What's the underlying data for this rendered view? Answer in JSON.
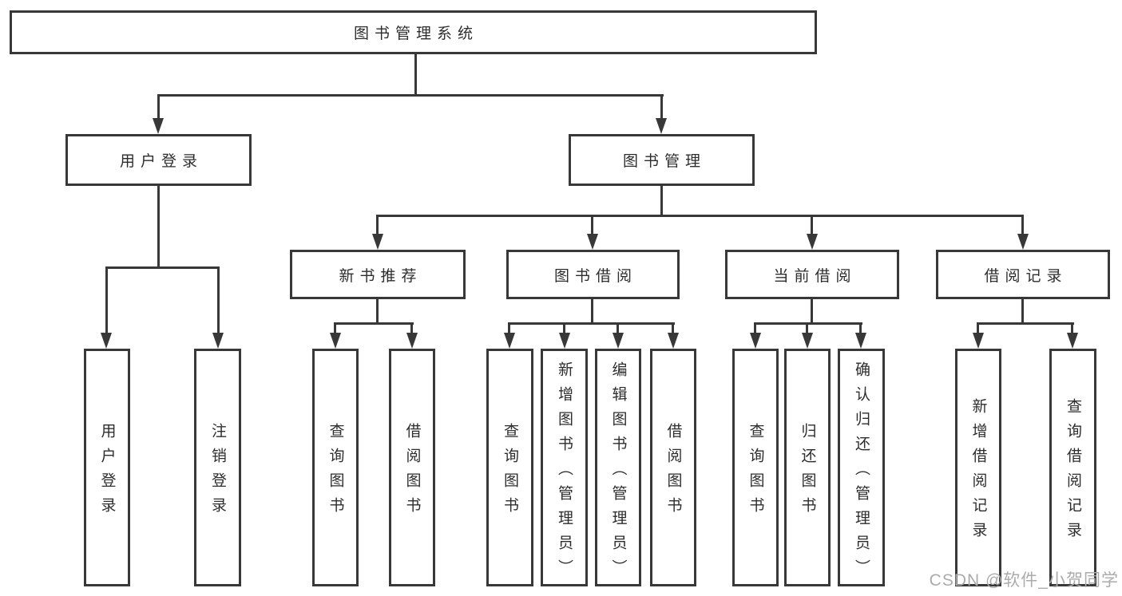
{
  "title": "图书管理系统",
  "watermark": "CSDN @软件_小贺同学",
  "colors": {
    "line": "#383838",
    "text": "#2d2d2d",
    "background": "#ffffff",
    "watermark": "#ababab"
  },
  "tree": {
    "label": "图书管理系统",
    "children": [
      {
        "label": "用户登录",
        "children": [
          {
            "label": "用户登录"
          },
          {
            "label": "注销登录"
          }
        ]
      },
      {
        "label": "图书管理",
        "children": [
          {
            "label": "新书推荐",
            "children": [
              {
                "label": "查询图书"
              },
              {
                "label": "借阅图书"
              }
            ]
          },
          {
            "label": "图书借阅",
            "children": [
              {
                "label": "查询图书"
              },
              {
                "label": "新增图书（管理员）"
              },
              {
                "label": "编辑图书（管理员）"
              },
              {
                "label": "借阅图书"
              }
            ]
          },
          {
            "label": "当前借阅",
            "children": [
              {
                "label": "查询图书"
              },
              {
                "label": "归还图书"
              },
              {
                "label": "确认归还（管理员）"
              }
            ]
          },
          {
            "label": "借阅记录",
            "children": [
              {
                "label": "新增借阅记录"
              },
              {
                "label": "查询借阅记录"
              }
            ]
          }
        ]
      }
    ]
  }
}
